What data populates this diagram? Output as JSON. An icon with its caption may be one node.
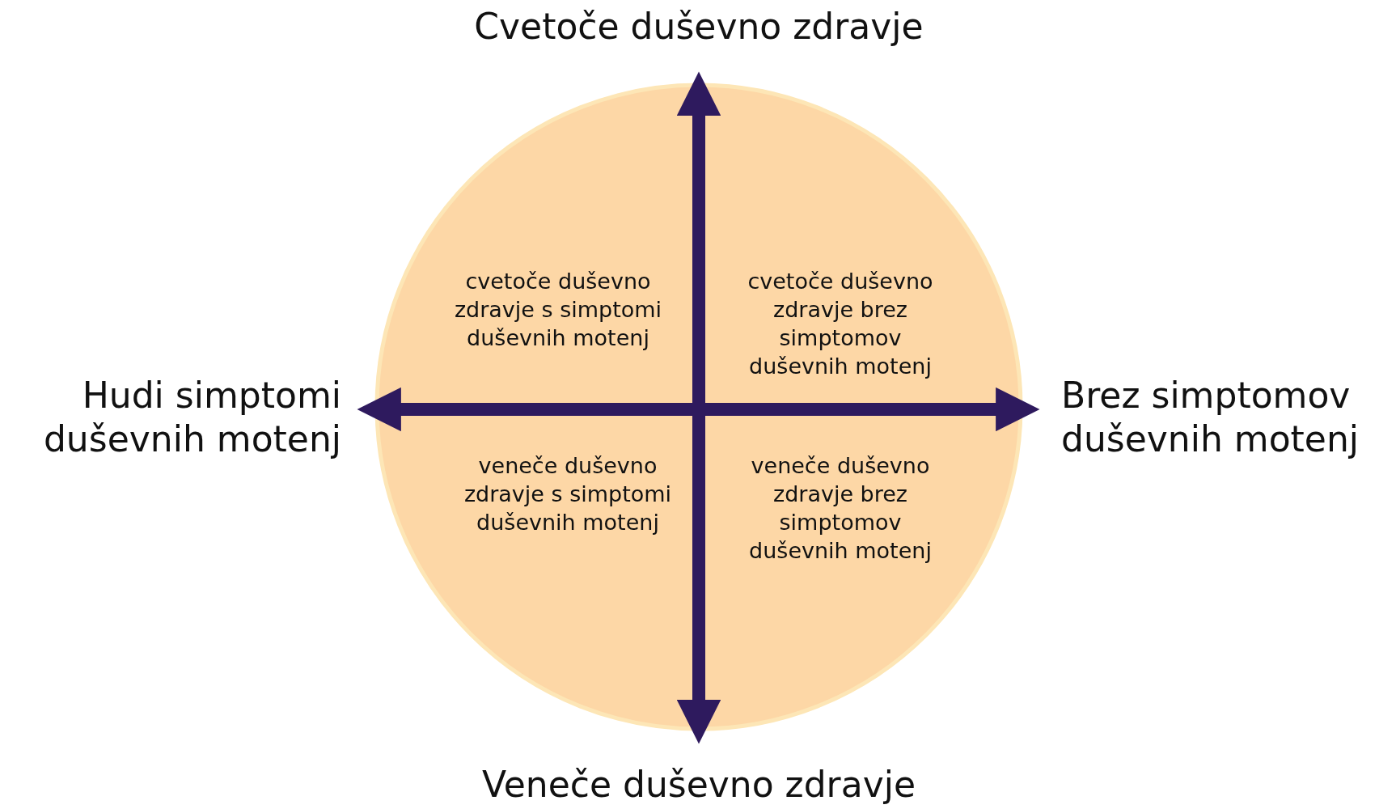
{
  "diagram": {
    "labels": [
      "Cvetoče duševno zdravje",
      "cvetoče duševno zdravje s simptomi duševnih motenj",
      "cvetoče duševno zdravje brez simptomov duševnih motenj",
      "Hudi simptomi duševnih motenj",
      "Brez simptomov duševnih motenj",
      "veneče duševno zdravje s simptomi duševnih motenj",
      "veneče duševno zdravje brez simptomov duševnih motenj",
      "Veneče duševno zdravje"
    ]
  }
}
